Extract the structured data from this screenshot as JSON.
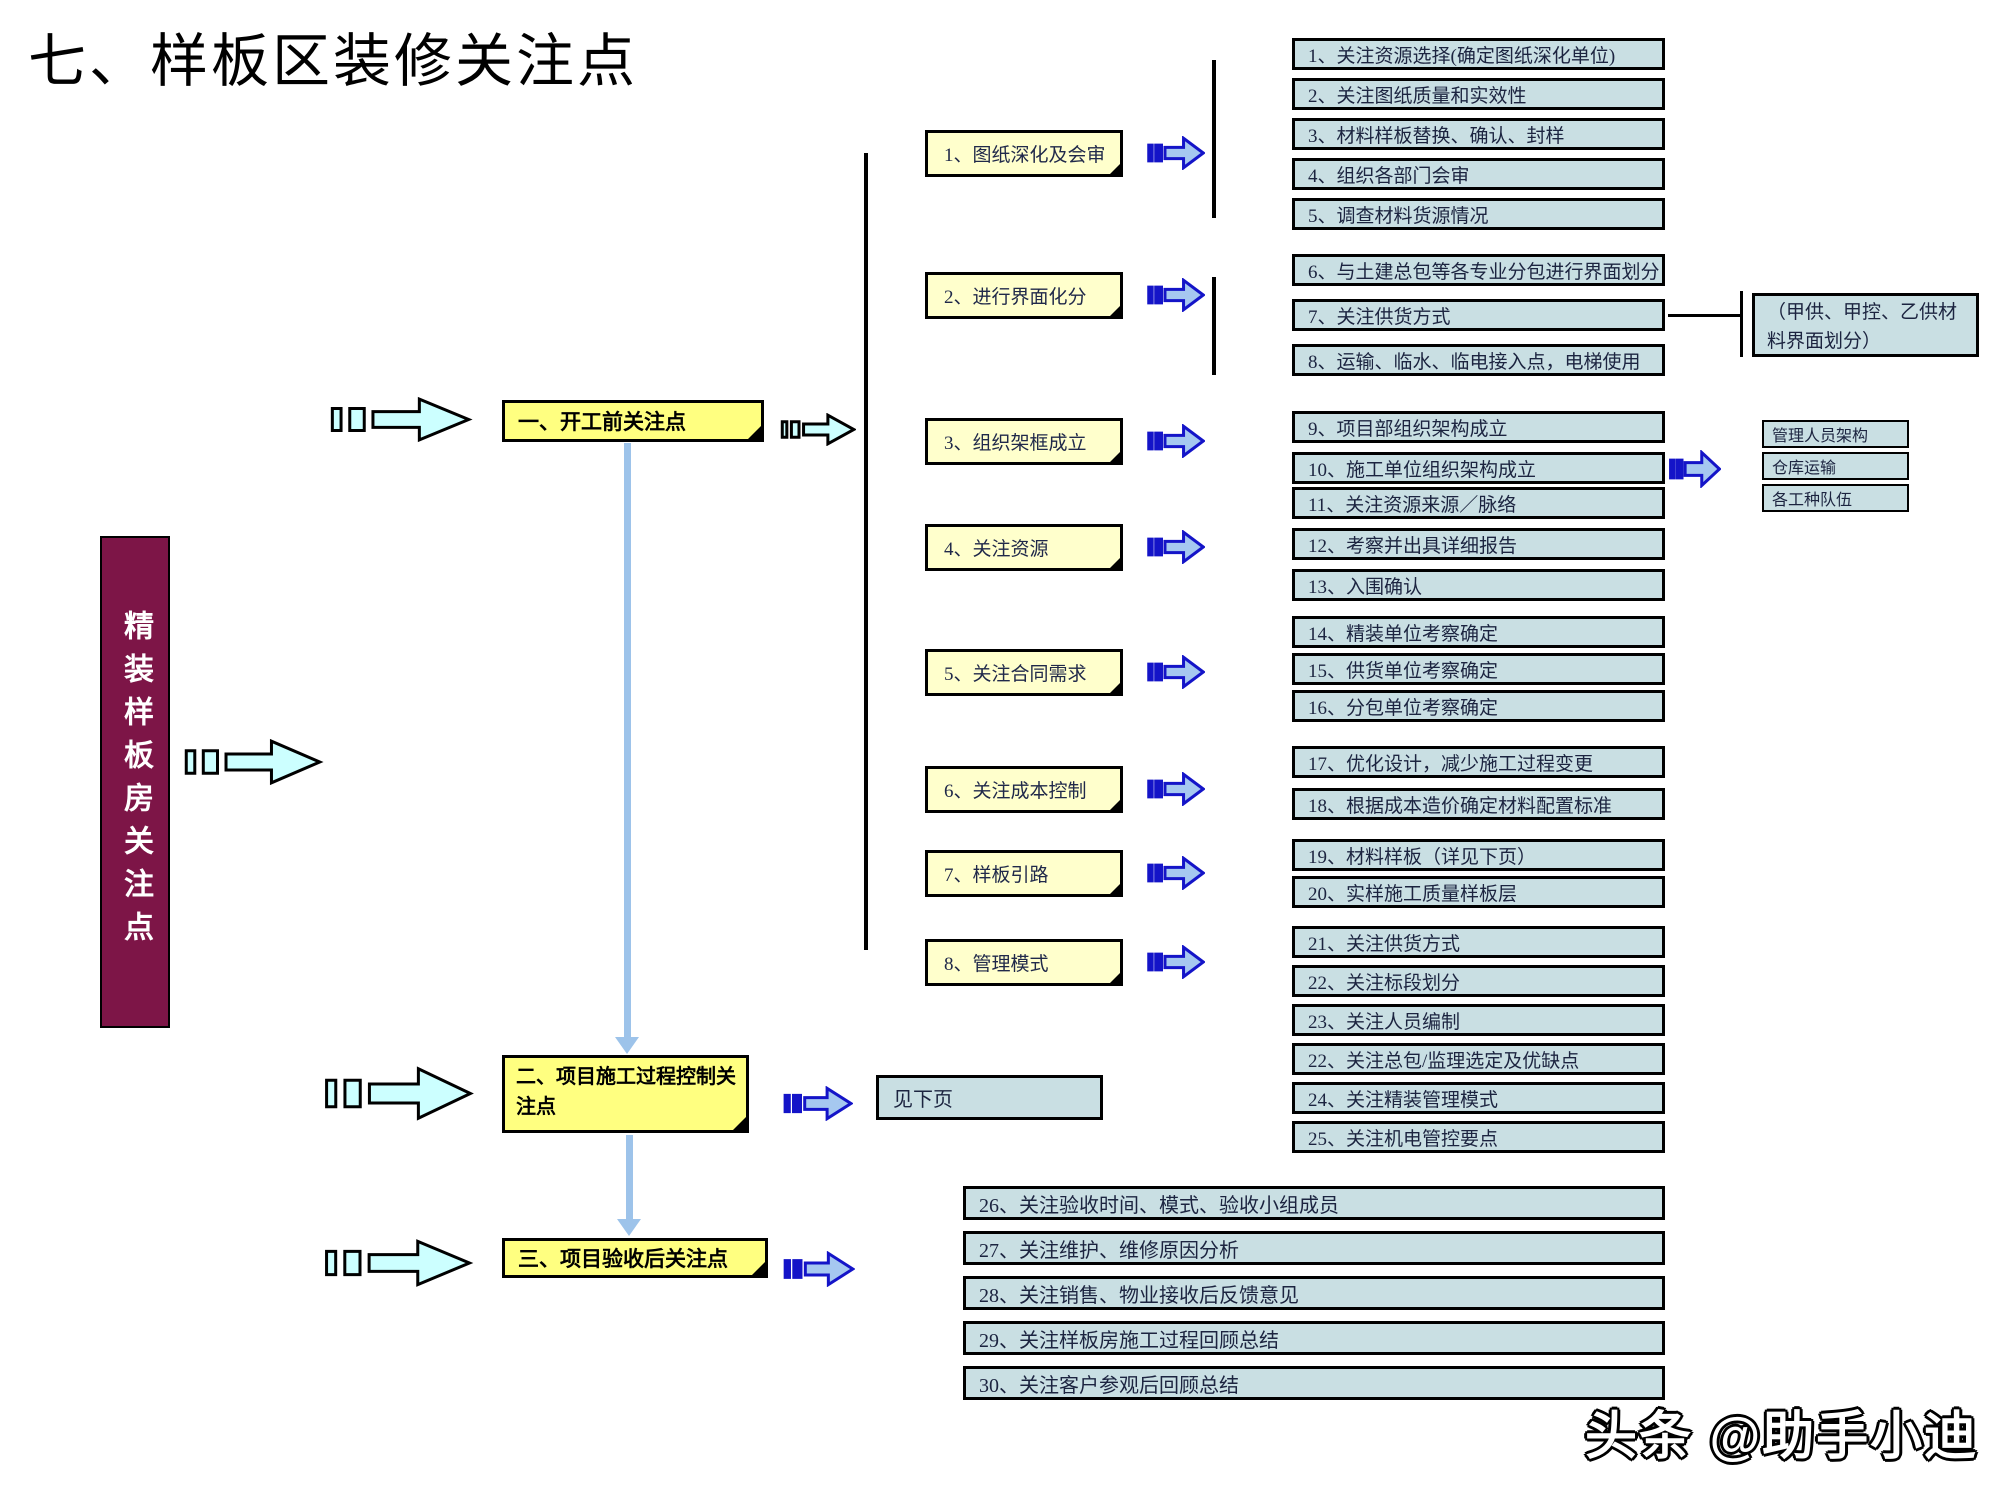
{
  "title": "七、样板区装修关注点",
  "watermark": "头条 @助手小迪",
  "banner": {
    "label": "精装样板房关注点"
  },
  "stages": {
    "s1": "一、开工前关注点",
    "s2": "二、项目施工过程控制关注点",
    "s3": "三、项目验收后关注点"
  },
  "see_next": "见下页",
  "notes": [
    "1、图纸深化及会审",
    "2、进行界面化分",
    "3、组织架框成立",
    "4、关注资源",
    "5、关注合同需求",
    "6、关注成本控制",
    "7、样板引路",
    "8、管理模式"
  ],
  "detail_groups": {
    "g1": [
      "1、关注资源选择(确定图纸深化单位)",
      "2、关注图纸质量和实效性",
      "3、材料样板替换、确认、封样",
      "4、组织各部门会审",
      "5、调查材料货源情况"
    ],
    "g2": [
      "6、与土建总包等各专业分包进行界面划分",
      "7、关注供货方式",
      "8、运输、临水、临电接入点，电梯使用"
    ],
    "g3": [
      "9、项目部组织架构成立",
      "10、施工单位组织架构成立"
    ],
    "g4": [
      "11、关注资源来源／脉络",
      "12、考察并出具详细报告",
      "13、入围确认"
    ],
    "g5": [
      "14、精装单位考察确定",
      "15、供货单位考察确定",
      "16、分包单位考察确定"
    ],
    "g6": [
      "17、优化设计，减少施工过程变更",
      "18、根据成本造价确定材料配置标准"
    ],
    "g7": [
      "19、材料样板（详见下页）",
      "20、实样施工质量样板层"
    ],
    "g8": [
      "21、关注供货方式",
      "22、关注标段划分",
      "23、关注人员编制",
      "22、关注总包/监理选定及优缺点",
      "24、关注精装管理模式",
      "25、关注机电管控要点"
    ],
    "g9": [
      "26、关注验收时间、模式、验收小组成员",
      "27、关注维护、维修原因分析",
      "28、关注销售、物业接收后反馈意见",
      "29、关注样板房施工过程回顾总结",
      "30、关注客户参观后回顾总结"
    ]
  },
  "supply_note": "（甲供、甲控、乙供材料界面划分）",
  "org_boxes": [
    "管理人员架构",
    "仓库运输",
    "各工种队伍"
  ],
  "colors": {
    "stage_fill": "#ffff80",
    "note_fill": "#ffffcc",
    "detail_fill": "#c9dfe3",
    "banner_fill": "#7d1547",
    "cyan_arrow_fill": "#ccffff",
    "blue_arrow_fill": "#a6c8f0",
    "blue_arrow_border": "#1414c8",
    "connector_blue": "#9dc3ea"
  }
}
